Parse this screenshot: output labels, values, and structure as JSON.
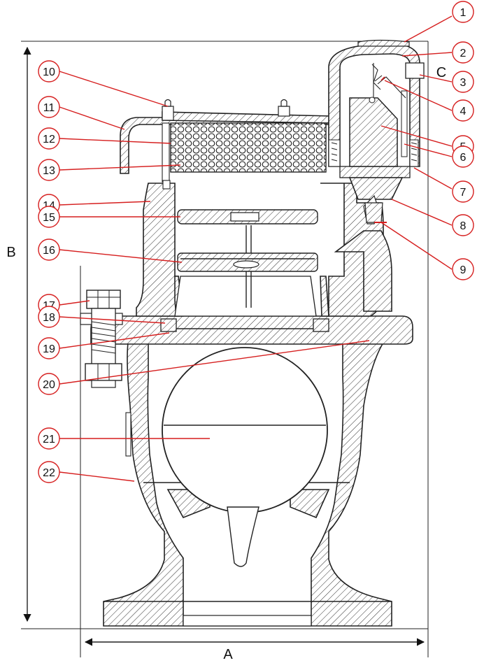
{
  "callouts": [
    "1",
    "2",
    "3",
    "4",
    "5",
    "6",
    "7",
    "8",
    "9",
    "10",
    "11",
    "12",
    "13",
    "14",
    "15",
    "16",
    "17",
    "18",
    "19",
    "20",
    "21",
    "22"
  ],
  "dimensions": {
    "a": "A",
    "b": "B",
    "c": "C"
  },
  "colors": {
    "leader": "#d61f1f",
    "outline": "#222222",
    "hatch": "#333333"
  }
}
